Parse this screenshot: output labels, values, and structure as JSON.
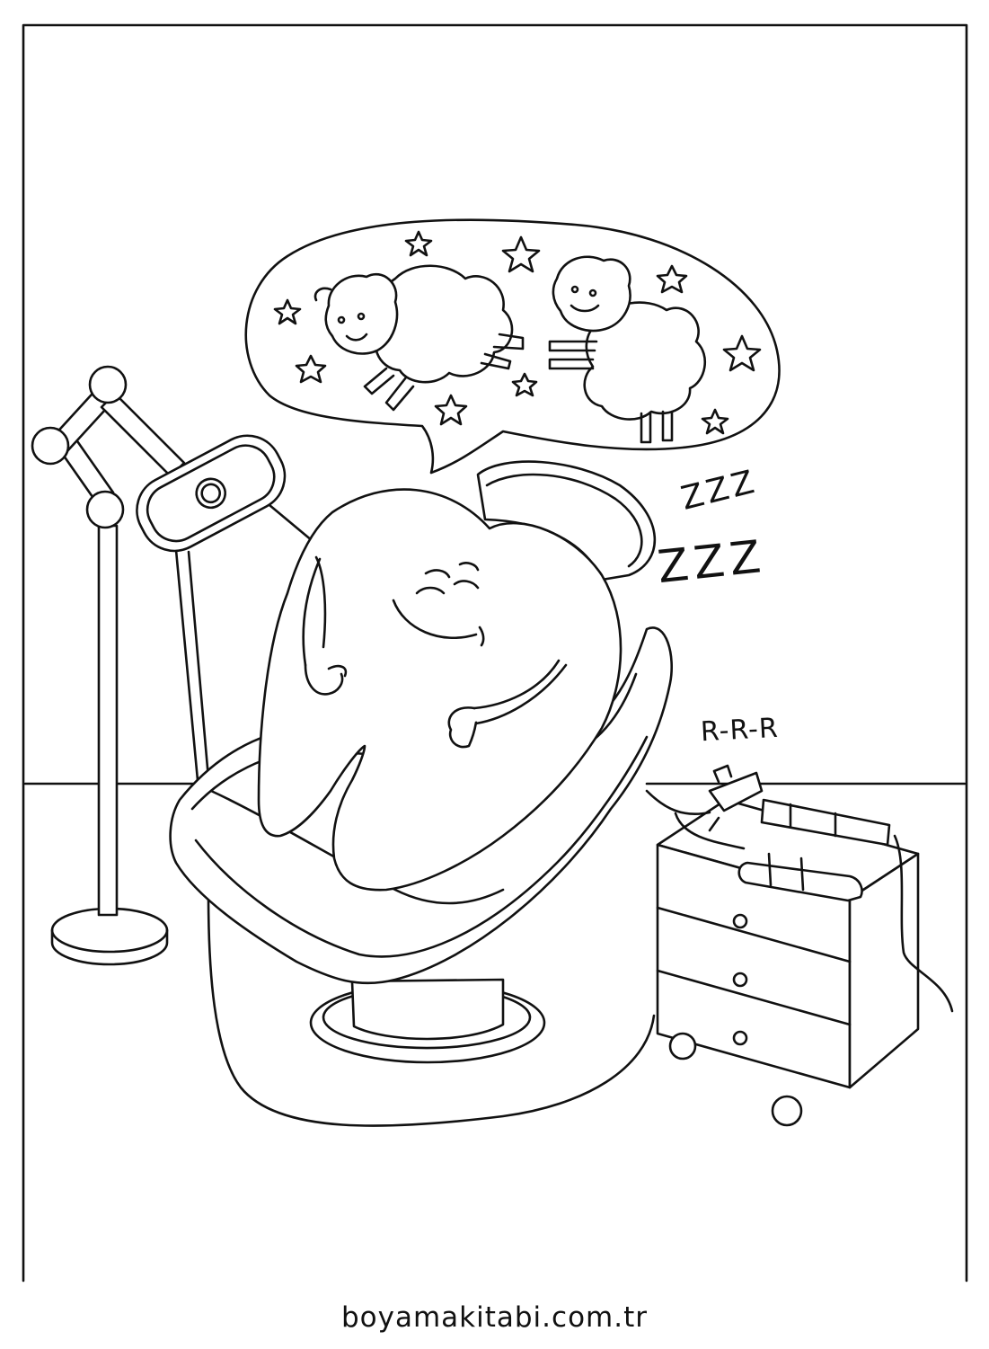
{
  "sound_effects": {
    "sleep_small": "ZZZ",
    "sleep_large": "ZZZ",
    "drill": "R-R-R"
  },
  "footer": {
    "site": "boyamakitabi.com.tr"
  },
  "colors": {
    "ink": "#111111",
    "paper": "#ffffff"
  }
}
